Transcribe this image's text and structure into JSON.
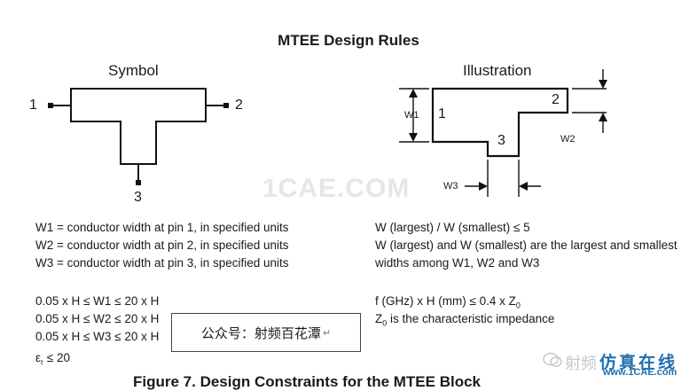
{
  "title": "MTEE Design Rules",
  "symbol": {
    "label": "Symbol",
    "pins": [
      "1",
      "2",
      "3"
    ]
  },
  "illustration": {
    "label": "Illustration",
    "pins": [
      "1",
      "2",
      "3"
    ],
    "widths": [
      "W1",
      "W2",
      "W3"
    ]
  },
  "definitions": [
    "W1 = conductor width at pin 1, in specified units",
    "W2 = conductor width at pin 2, in specified units",
    "W3 = conductor width at pin 3, in specified units"
  ],
  "ratio_rules": [
    "W (largest) / W (smallest) ≤ 5",
    "W (largest) and W (smallest) are the largest and smallest",
    "widths among W1, W2 and W3"
  ],
  "limits": [
    "0.05 x H ≤ W1 ≤ 20 x H",
    "0.05 x H ≤ W2 ≤ 20 x H",
    "0.05 x H ≤ W3 ≤ 20 x H"
  ],
  "epsilon_rule": {
    "symbol": "ε",
    "subscript": "r",
    "text": " ≤ 20"
  },
  "frequency_rule": {
    "prefix": "f (GHz) x H (mm) ≤ 0.4 x Z",
    "subscript": "0"
  },
  "impedance_note": {
    "symbol": "Z",
    "subscript": "0",
    "text": " is the characteristic impedance"
  },
  "overlay_label": "公众号：射频百花潭",
  "watermark_center": "1CAE.COM",
  "caption": "Figure 7.  Design Constraints for the MTEE Block",
  "watermark_brand": {
    "chinese_partial": "射频",
    "site_name": "仿真在线",
    "site_url": "www.1CAE.com"
  },
  "colors": {
    "line": "#111111",
    "brand_blue": "#1f6fb0",
    "watermark_gray": "#e6e6e6"
  }
}
